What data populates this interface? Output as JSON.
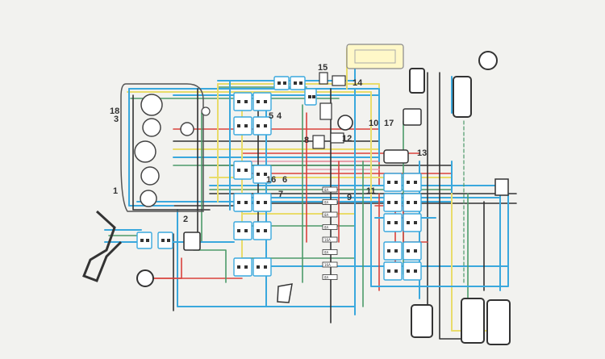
{
  "diagram": {
    "labels": [
      {
        "id": "1",
        "text": "1"
      },
      {
        "id": "2",
        "text": "2"
      },
      {
        "id": "3",
        "text": "3"
      },
      {
        "id": "4",
        "text": "4"
      },
      {
        "id": "5",
        "text": "5"
      },
      {
        "id": "6",
        "text": "6"
      },
      {
        "id": "7",
        "text": "7"
      },
      {
        "id": "8",
        "text": "8"
      },
      {
        "id": "9",
        "text": "9"
      },
      {
        "id": "10",
        "text": "10"
      },
      {
        "id": "11",
        "text": "11"
      },
      {
        "id": "12",
        "text": "12"
      },
      {
        "id": "13",
        "text": "13"
      },
      {
        "id": "14",
        "text": "14"
      },
      {
        "id": "15",
        "text": "15"
      },
      {
        "id": "16",
        "text": "16"
      },
      {
        "id": "17",
        "text": "17"
      },
      {
        "id": "18",
        "text": "18"
      }
    ],
    "fuses": [
      "8A",
      "8A",
      "8A",
      "8A",
      "16A",
      "8A",
      "16A",
      "8A"
    ],
    "wire_colors": {
      "blue": "#3aa8dd",
      "green": "#4c9a6a",
      "yellow": "#e9dc6a",
      "red": "#d9423c",
      "black": "#333333",
      "pink": "#e7a0b0",
      "purple": "#8a76b8",
      "grey": "#9a9a9a"
    }
  }
}
